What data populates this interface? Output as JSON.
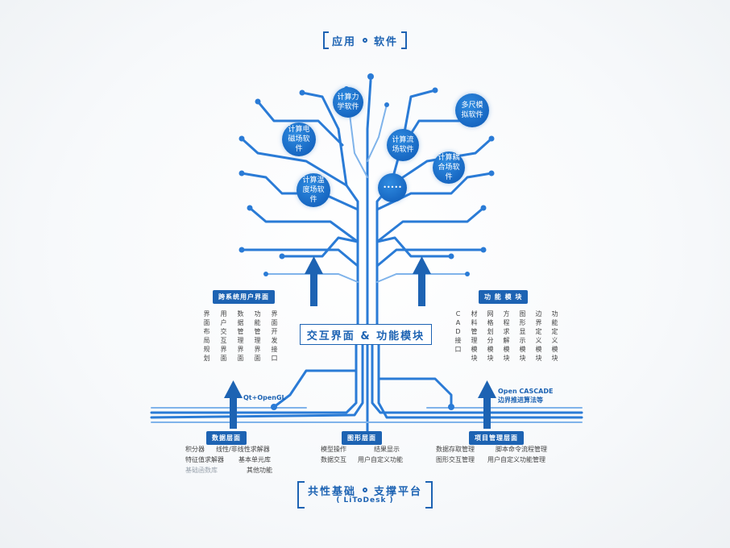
{
  "top_title": {
    "left": "应用",
    "right": "软件"
  },
  "bottom_title": {
    "left": "共性基础",
    "right": "支撑平台",
    "sub": "( LiToDesk )"
  },
  "center_box": "交互界面 & 功能模块",
  "tree_nodes": {
    "mechanics": "计算力学软件",
    "multiscale": "多尺模拟软件",
    "electromagnetic": "计算电磁场软件",
    "flow": "计算流场软件",
    "precision": "计算耦合场软件",
    "thermal": "计算温度场软件",
    "more": "•••••"
  },
  "cross_ui": {
    "title": "跨系统用户界面",
    "columns": [
      "界面布局规划",
      "用户交互界面",
      "数据管理界面",
      "功能管理界面",
      "界面开发接口"
    ]
  },
  "func_modules": {
    "title": "功 能 模 块",
    "columns": [
      "CAD接口",
      "材料管理模块",
      "网格划分模块",
      "方程求解模块",
      "图形显示模块",
      "边界定义模块",
      "功能定义模块"
    ]
  },
  "libs": {
    "qt": "Qt+OpenGL",
    "occ_line1": "Open CASCADE",
    "occ_line2": "边界推进算法等"
  },
  "data_layer": {
    "title": "数据层面",
    "rows": [
      [
        "积分器",
        "线性/非线性求解器"
      ],
      [
        "特征值求解器",
        "基本单元库"
      ],
      [
        "基础函数库",
        "其他功能"
      ]
    ]
  },
  "graphic_layer": {
    "title": "图形层面",
    "rows": [
      [
        "模型操作",
        "结果显示"
      ],
      [
        "数据交互",
        "用户自定义功能"
      ]
    ]
  },
  "project_layer": {
    "title": "项目管理层面",
    "rows": [
      [
        "数据存取管理",
        "脚本命令流程管理"
      ],
      [
        "图形交互管理",
        "用户自定义功能管理"
      ]
    ]
  },
  "colors": {
    "accent": "#1d63b3",
    "line": "#2a7bd6",
    "line_light": "#7fb3ea"
  }
}
